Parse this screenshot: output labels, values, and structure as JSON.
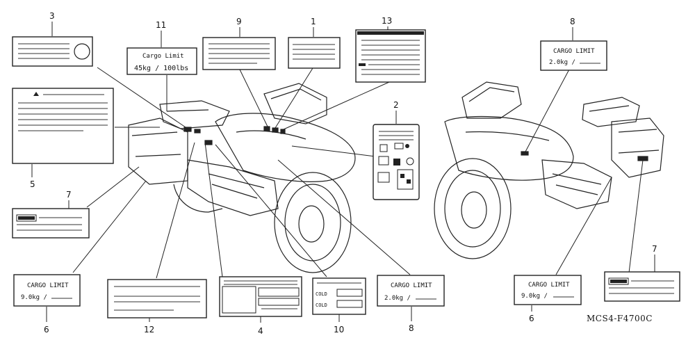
{
  "diagram": {
    "part_code": "MCS4-F4700C",
    "callouts": [
      {
        "id": "c3",
        "text": "3"
      },
      {
        "id": "c11",
        "text": "11"
      },
      {
        "id": "c9",
        "text": "9"
      },
      {
        "id": "c1",
        "text": "1"
      },
      {
        "id": "c13",
        "text": "13"
      },
      {
        "id": "c8a",
        "text": "8"
      },
      {
        "id": "c2",
        "text": "2"
      },
      {
        "id": "c5",
        "text": "5"
      },
      {
        "id": "c7a",
        "text": "7"
      },
      {
        "id": "c6a",
        "text": "6"
      },
      {
        "id": "c12",
        "text": "12"
      },
      {
        "id": "c4",
        "text": "4"
      },
      {
        "id": "c10",
        "text": "10"
      },
      {
        "id": "c8b",
        "text": "8"
      },
      {
        "id": "c6b",
        "text": "6"
      },
      {
        "id": "c7b",
        "text": "7"
      }
    ],
    "label11": {
      "title": "Cargo Limit",
      "value": "45kg / 100lbs"
    },
    "label8_top": {
      "title": "CARGO LIMIT",
      "value": "2.0kg /"
    },
    "label6_left": {
      "title": "CARGO LIMIT",
      "value": "9.0kg /"
    },
    "label8_bottom": {
      "title": "CARGO LIMIT",
      "value": "2.0kg /"
    },
    "label6_right": {
      "title": "CARGO LIMIT",
      "value": "9.0kg /"
    },
    "label10": {
      "row1": "COLD",
      "row2": "COLD"
    }
  }
}
